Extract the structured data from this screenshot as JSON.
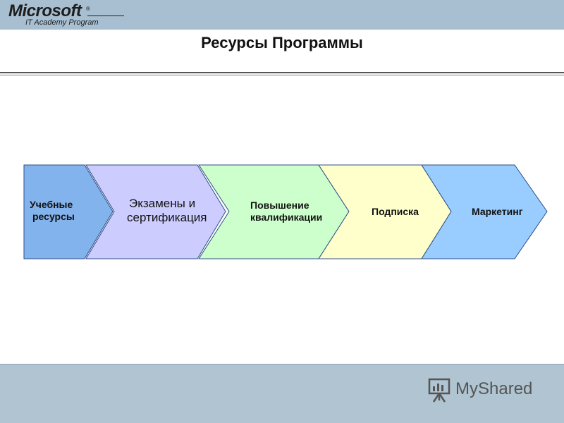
{
  "header": {
    "logo_main": "Microsoft",
    "logo_registered": "®",
    "logo_sub": "IT Academy Program",
    "title": "Ресурсы Программы"
  },
  "steps": [
    {
      "line1": "Учебные",
      "line2": "ресурсы",
      "fill": "#82b3ed"
    },
    {
      "line1": "Экзамены и",
      "line2": "сертификация",
      "fill": "#ccccff"
    },
    {
      "line1": "Повышение",
      "line2": "квалификации",
      "fill": "#ccffcc"
    },
    {
      "line1": "Подписка",
      "line2": "",
      "fill": "#ffffcc"
    },
    {
      "line1": "Маркетинг",
      "line2": "",
      "fill": "#99ccff"
    }
  ],
  "footer": {
    "watermark": "MyShared"
  },
  "colors": {
    "header_band": "#a7bfd1",
    "footer_band": "#b0c4d2",
    "outline": "#2e4f86"
  }
}
